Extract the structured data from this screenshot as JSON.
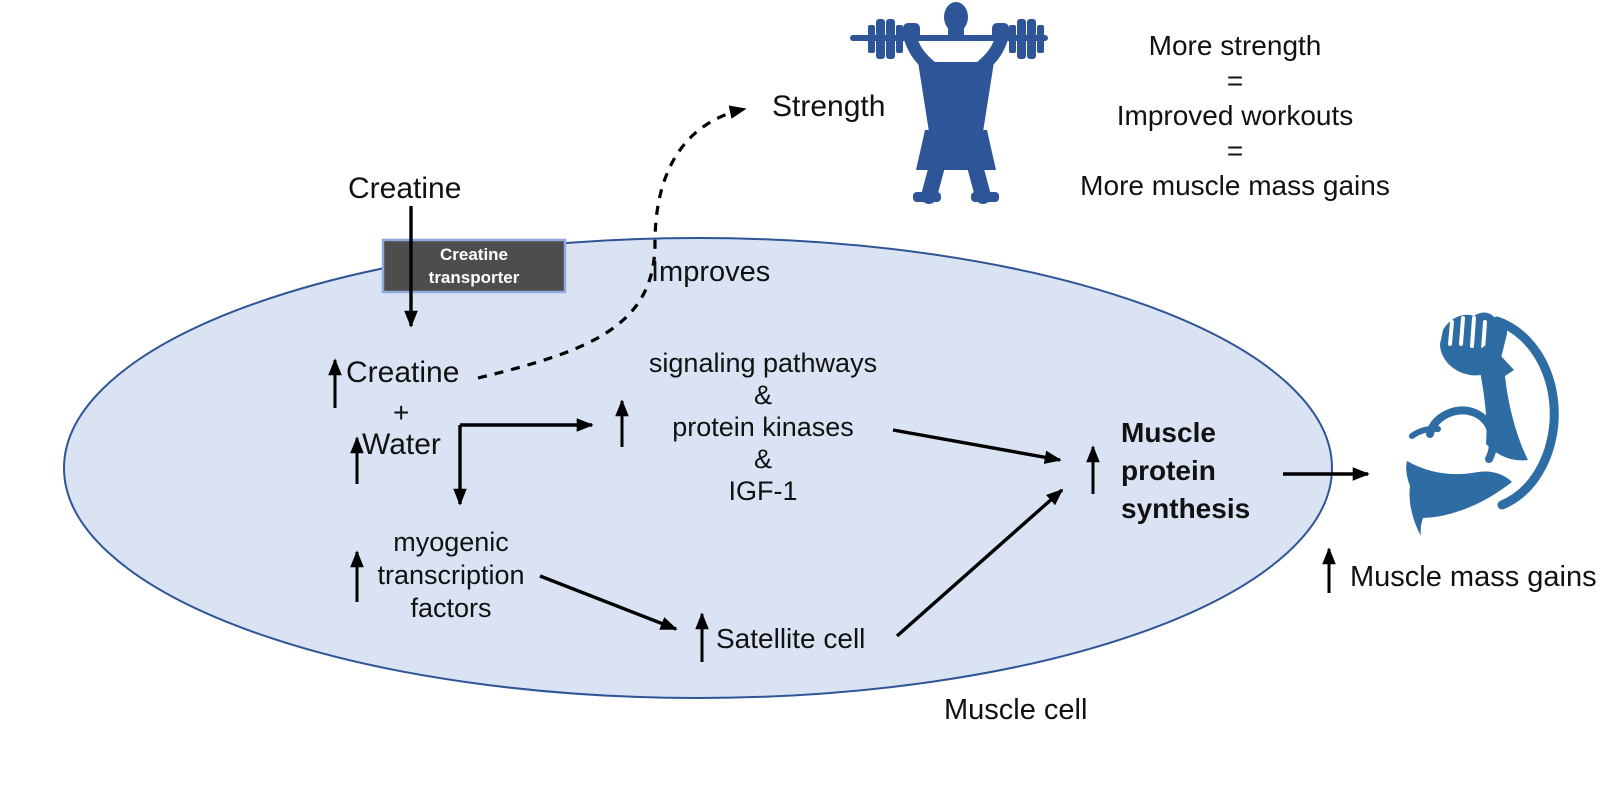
{
  "colors": {
    "background": "#ffffff",
    "cell_fill": "#dae3f3",
    "cell_stroke": "#2f5597",
    "transporter_fill": "#4d4d4d",
    "transporter_stroke": "#8ea9db",
    "transporter_text": "#ffffff",
    "figure_blue": "#2e5597",
    "bicep_blue": "#2e6da4",
    "arrow_black": "#000000",
    "text_black": "#111111"
  },
  "icons": {
    "weightlifter": "weightlifter-barbell-icon",
    "bicep": "flexed-bicep-arrow-icon"
  },
  "extracellular": {
    "creatine": "Creatine",
    "transporter_lines": [
      "Creatine",
      "transporter"
    ],
    "improves": "Improves",
    "strength": "Strength"
  },
  "equation_lines": [
    "More strength",
    "=",
    "Improved workouts",
    "=",
    "More muscle mass gains"
  ],
  "cell": {
    "label": "Muscle cell",
    "creatine": "Creatine",
    "plus": "+",
    "water": "Water",
    "signaling_lines": [
      "signaling pathways",
      "&",
      "protein kinases",
      "&",
      "IGF-1"
    ],
    "myogenic_lines": [
      "myogenic",
      "transcription",
      "factors"
    ],
    "satellite": "Satellite cell",
    "mps_lines": [
      "Muscle",
      "protein",
      "synthesis"
    ]
  },
  "outcome": {
    "muscle_mass_gains": "Muscle mass gains"
  }
}
